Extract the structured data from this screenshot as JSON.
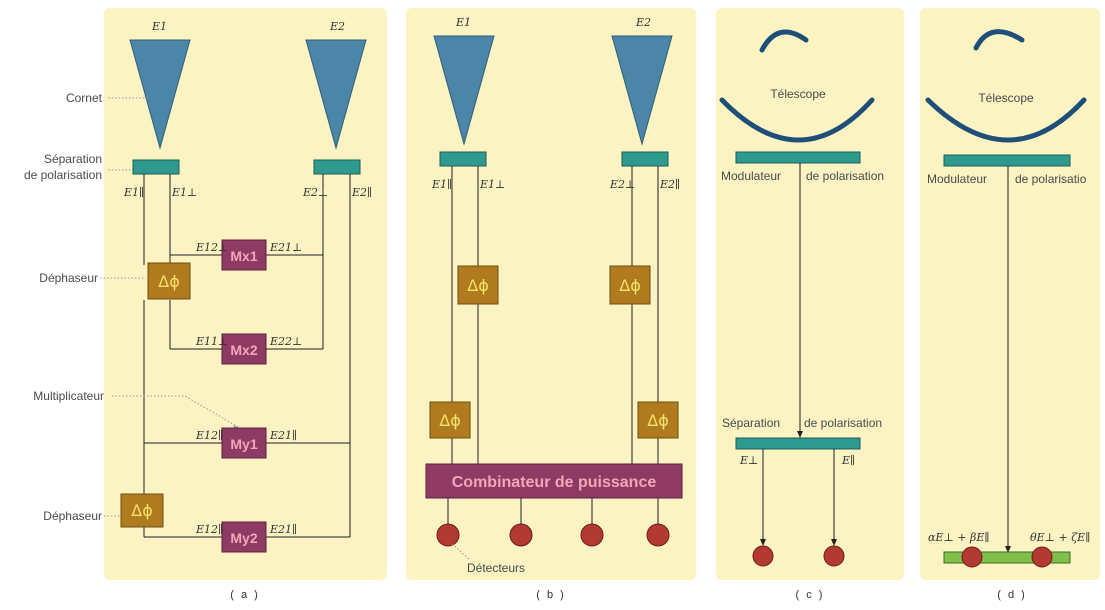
{
  "panels": {
    "a": {
      "caption": "( a )",
      "E1": "E1",
      "E2": "E2",
      "labels": {
        "cornet": "Cornet",
        "separation_l1": "Séparation",
        "separation_l2": "de polarisation",
        "dephaseur1": "Déphaseur",
        "multiplicateur": "Multiplicateur",
        "dephaseur2": "Déphaseur"
      },
      "boxes": {
        "mx1": "Mx1",
        "mx2": "Mx2",
        "my1": "My1",
        "my2": "My2",
        "dphi": "Δϕ"
      },
      "signals": {
        "e1_par": "E1∥",
        "e1_perp": "E1⊥",
        "e2_perp": "E2⊥",
        "e2_par": "E2∥",
        "e12_perp": "E12⊥",
        "e21_perp": "E21⊥",
        "e11_perp": "E11⊥",
        "e22_perp": "E22⊥",
        "e12_par_a": "E12∥",
        "e21_par_a": "E21∥",
        "e12_par_b": "E12∥",
        "e21_par_b": "E21∥"
      }
    },
    "b": {
      "caption": "( b )",
      "E1": "E1",
      "E2": "E2",
      "signals": {
        "e1_par": "E1∥",
        "e1_perp": "E1⊥",
        "e2_perp": "E2⊥",
        "e2_par": "E2∥"
      },
      "dphi": "Δϕ",
      "combinateur": "Combinateur de puissance",
      "detecteurs": "Détecteurs"
    },
    "c": {
      "caption": "( c )",
      "telescope": "Télescope",
      "modulateur": "Modulateur",
      "de_polarisation": "de polarisation",
      "separation": "Séparation",
      "de_polarisation2": "de polarisation",
      "e_perp": "E⊥",
      "e_par": "E∥"
    },
    "d": {
      "caption": "( d )",
      "telescope": "Télescope",
      "modulateur": "Modulateur",
      "de_polarisation": "de polarisatio",
      "out_left": "αE⊥ + βE∥",
      "out_right": "θE⊥ + ζE∥"
    }
  },
  "colors": {
    "panel_bg": "#fbf3c2",
    "horn": "#4b86a8",
    "polarizer": "#2e9a8f",
    "multiplier": "#8e3a63",
    "phase_shifter": "#b07a1f",
    "detector": "#b23a32",
    "telescope": "#1d4f78",
    "output_bar": "#7fc04a"
  }
}
